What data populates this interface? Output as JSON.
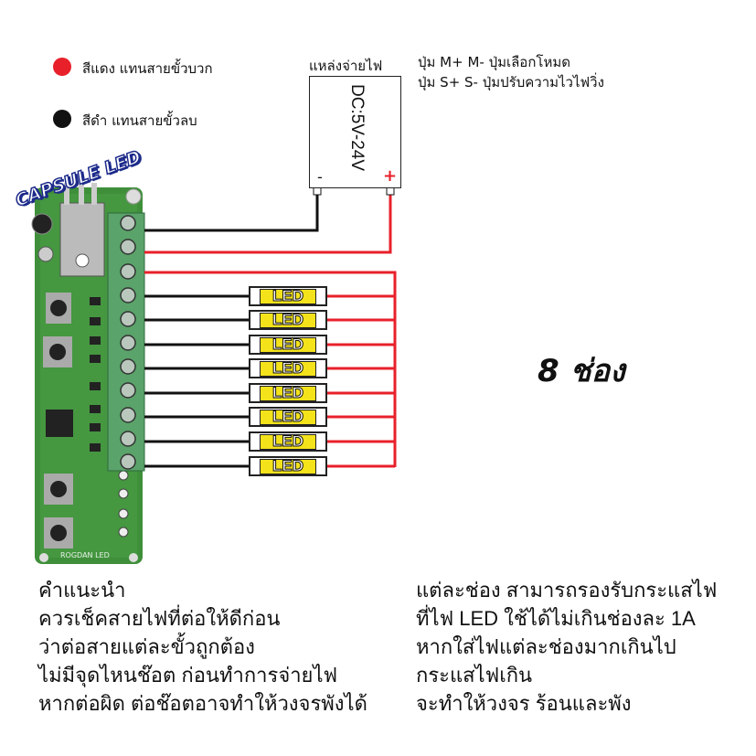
{
  "legend": {
    "red": {
      "color": "#e8202a",
      "text": "สีแดง แทนสายขั้วบวก"
    },
    "black": {
      "color": "#111111",
      "text": "สีดำ แทนสายขั้วลบ"
    }
  },
  "brand": "CAPSULE LED",
  "pcb_silkscreen": "ROGDAN LED",
  "power_supply": {
    "label": "แหล่งจ่ายไฟ",
    "voltage": "DC:5V-24V",
    "minus": "-",
    "plus": "+"
  },
  "buttons_note": [
    "ปุ่ม M+ M- ปุ่มเลือกโหมด",
    "ปุ่ม S+ S- ปุ่มปรับความไวไฟวิ่ง"
  ],
  "led_label": "LED",
  "led_count": 8,
  "channels_label": "8 ช่อง",
  "instructions": [
    "คำแนะนำ",
    "ควรเช็คสายไฟที่ต่อให้ดีก่อน",
    "ว่าต่อสายแต่ละขั้วถูกต้อง",
    "ไม่มีจุดไหนช๊อต ก่อนทำการจ่ายไฟ",
    "หากต่อผิด ต่อช๊อตอาจทำให้วงจรพังได้"
  ],
  "current_note": [
    "แต่ละช่อง สามารถรองรับกระแสไฟ",
    "ที่ไฟ LED ใช้ได้ไม่เกินช่องละ 1A",
    "หากใส่ไฟแต่ละช่องมากเกินไป",
    "กระแสไฟเกิน",
    "จะทำให้วงจร ร้อนและพัง"
  ],
  "colors": {
    "positive": "#e8202a",
    "negative": "#111111",
    "pcb": "#3f8f3a",
    "terminal": "#5aa36a"
  }
}
